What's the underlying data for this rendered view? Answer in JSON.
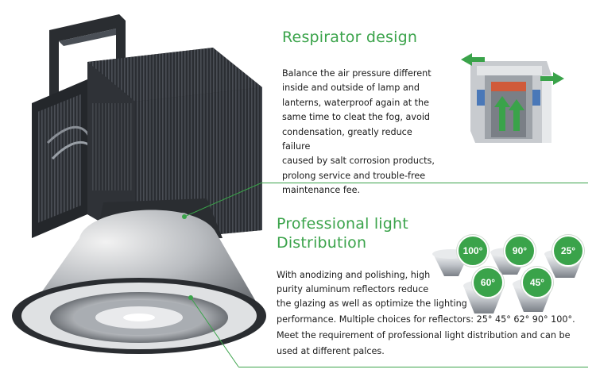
{
  "sections": {
    "respirator": {
      "title": "Respirator design",
      "lines": [
        "Balance the air pressure different",
        "inside and outside of lamp and",
        "lanterns, waterproof again at the",
        "same time to cleat the fog, avoid",
        "condensation, greatly reduce failure",
        "caused by salt corrosion products,",
        "prolong service and trouble-free",
        "maintenance fee."
      ]
    },
    "distribution": {
      "title_line1": "Professional light",
      "title_line2": "Distribution",
      "lines": [
        "With anodizing and polishing, high",
        "purity aluminum reflectors reduce",
        "the glazing as well as optimize the lighting",
        "performance. Multiple choices for reflectors: 25° 45° 62° 90° 100°.",
        "Meet the requirement of professional light distribution and can be",
        "used at different palces."
      ]
    }
  },
  "reflector_badges": [
    "100°",
    "90°",
    "25°",
    "60°",
    "45°"
  ],
  "colors": {
    "accent": "#3aa34a",
    "text": "#1a1a1a",
    "lamp_dark": "#2a2d31"
  }
}
